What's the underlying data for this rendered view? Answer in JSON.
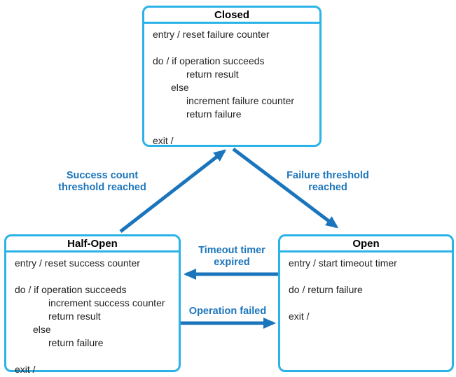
{
  "colors": {
    "box_border": "#2bb3e8",
    "arrow_color": "#1b75bc",
    "body_text": "#231f20",
    "title_text": "#000000",
    "background": "#ffffff"
  },
  "states": {
    "closed": {
      "title": "Closed",
      "lines": [
        "entry / reset failure counter",
        "",
        "do / if operation succeeds",
        "return result",
        "else",
        "increment failure counter",
        "return failure",
        "",
        "exit /"
      ]
    },
    "half_open": {
      "title": "Half-Open",
      "lines": [
        "entry / reset success counter",
        "",
        "do / if operation succeeds",
        "increment success counter",
        "return result",
        "else",
        "return failure",
        "",
        "exit /"
      ]
    },
    "open": {
      "title": "Open",
      "lines": [
        "entry / start timeout timer",
        "",
        "do / return failure",
        "",
        "exit /"
      ]
    }
  },
  "transitions": {
    "success": {
      "label": "Success count\nthreshold reached",
      "from": "Half-Open",
      "to": "Closed"
    },
    "failure": {
      "label": "Failure threshold\nreached",
      "from": "Closed",
      "to": "Open"
    },
    "timeout": {
      "label": "Timeout timer\nexpired",
      "from": "Open",
      "to": "Half-Open"
    },
    "operation_failed": {
      "label": "Operation failed",
      "from": "Half-Open",
      "to": "Open"
    }
  }
}
